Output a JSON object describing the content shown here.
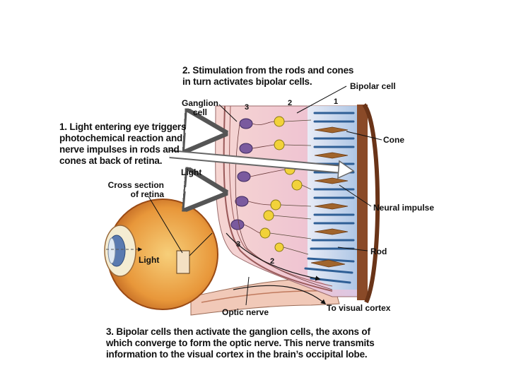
{
  "captions": {
    "step1": "1. Light entering eye triggers\nphotochemical reaction and\nnerve impulses in rods and\ncones at back of retina.",
    "step2": "2. Stimulation from the rods and cones\nin turn activates bipolar cells.",
    "step3": "3. Bipolar cells then activate the ganglion cells, the axons of\nwhich converge to form the optic nerve. This nerve transmits\ninformation to the visual cortex in the brain’s occipital lobe."
  },
  "labels": {
    "ganglion_cell": "Ganglion\ncell",
    "bipolar_cell": "Bipolar cell",
    "cone": "Cone",
    "neural_impulse": "Neural impulse",
    "rod": "Rod",
    "light_top": "Light",
    "light_eye": "Light",
    "cross_section": "Cross section\nof retina",
    "optic_nerve": "Optic nerve",
    "to_visual_cortex": "To visual cortex"
  },
  "layer_numbers": {
    "top_3": "3",
    "top_2": "2",
    "top_1": "1",
    "bottom_3": "3",
    "bottom_2": "2"
  },
  "colors": {
    "tissue_pink": "#f2c8c6",
    "purple_cell": "#7a5a9e",
    "yellow_cell": "#f2d23a",
    "rod_blue": "#3a6fa6",
    "cone_brown": "#a0642c",
    "eye_orange": "#e89a3a"
  }
}
